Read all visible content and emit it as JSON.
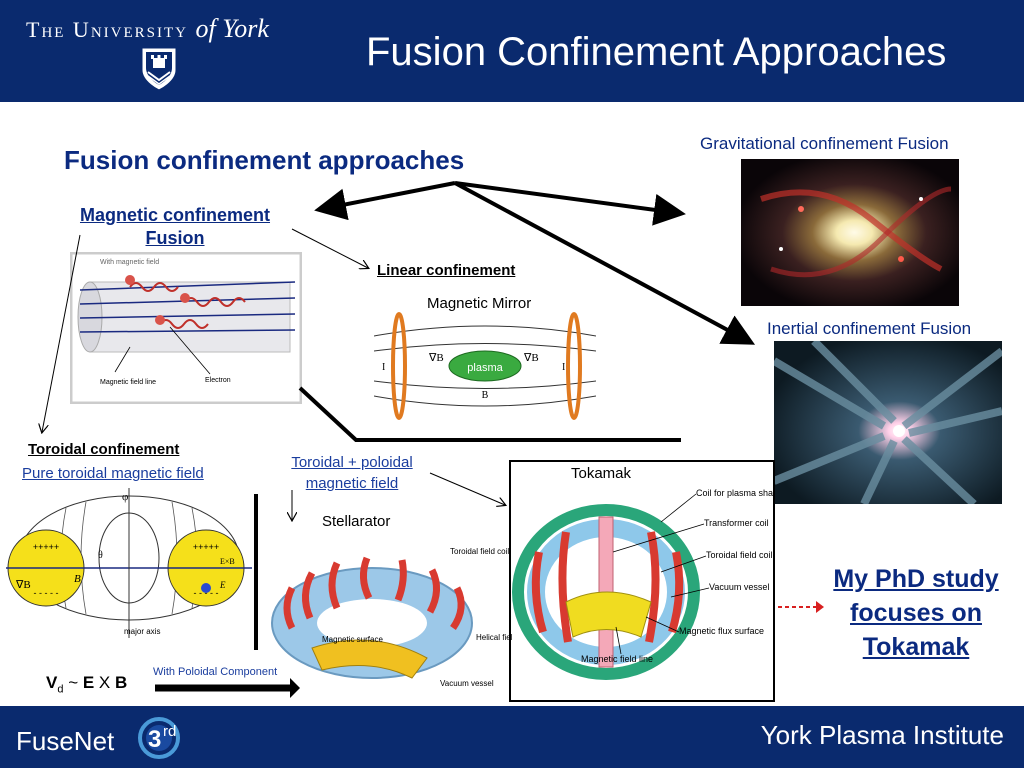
{
  "header": {
    "university_prefix": "The University ",
    "university_suffix": "of York",
    "slide_title": "Fusion Confinement Approaches"
  },
  "footer": {
    "left": "FuseNet",
    "badge_number": "3",
    "badge_sup": "rd",
    "right": "York Plasma Institute"
  },
  "content": {
    "main_heading": "Fusion confinement approaches",
    "magnetic_confinement": "Magnetic confinement Fusion",
    "gravitational": "Gravitational confinement Fusion",
    "inertial": "Inertial confinement Fusion",
    "linear": "Linear confinement",
    "magnetic_mirror": "Magnetic Mirror",
    "toroidal": "Toroidal confinement",
    "pure_toroidal": "Pure toroidal magnetic field",
    "toroidal_poloidal": "Toroidal + poloidal magnetic field",
    "stellarator": "Stellarator",
    "tokamak": "Tokamak",
    "phd": "My PhD study focuses on Tokamak",
    "vd_v": "V",
    "vd_sub": "d",
    "vd_rest": " ~ ",
    "vd_e": "E",
    "vd_x": " X ",
    "vd_b": "B",
    "with_poloidal": "With Poloidal Component"
  },
  "diagram_labels": {
    "with_magnetic_field": "With magnetic field",
    "magnetic_field_line": "Magnetic field line",
    "electron": "Electron",
    "plasma": "plasma",
    "grad_b": "∇B",
    "current": "I",
    "b": "B",
    "phi": "φ",
    "theta": "θ",
    "plus": "+++++",
    "minus": "- - - - -",
    "major_axis": "major axis",
    "e_cross_b": "E×B",
    "e": "E",
    "toroidal_field_coil": "Toroidal field coil",
    "magnetic_surface": "Magnetic surface",
    "helical_field_coil": "Helical field coil",
    "vacuum_vessel": "Vacuum vessel",
    "coil_plasma_shaping": "Coil for plasma shaping",
    "transformer_coil": "Transformer coil",
    "tok_toroidal_coil": "Toroidal field coil",
    "tok_vacuum_vessel": "Vacuum vessel",
    "magnetic_flux_surface": "Magnetic flux surface",
    "tok_field_line": "Magnetic field line"
  }
}
